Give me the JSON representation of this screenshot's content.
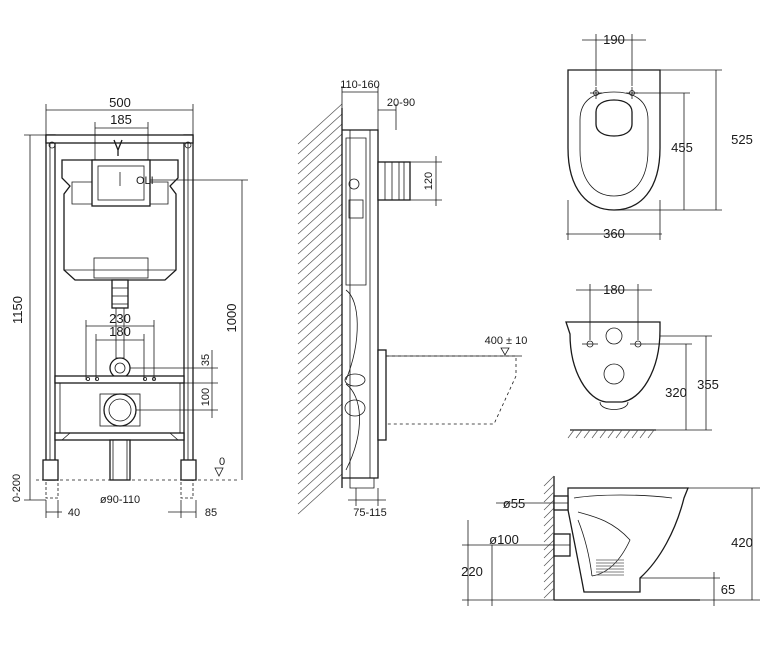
{
  "frame_front": {
    "width_total": "500",
    "width_button": "185",
    "height_total": "1150",
    "height_button": "1000",
    "width_studs_outer": "230",
    "width_studs_inner": "180",
    "offset_35": "35",
    "offset_100": "100",
    "legs_range": "0-200",
    "zero_mark": "0",
    "drain_dia": "ø90-110",
    "foot_left": "40",
    "foot_right": "85"
  },
  "frame_side": {
    "depth_range": "110-160",
    "wall_gap": "20-90",
    "outlet_height": "120",
    "base_range": "75-115",
    "bowl_height_range": "400 ± 10"
  },
  "bowl_top": {
    "hole_spacing": "190",
    "length_outer": "525",
    "length_inner": "455",
    "width": "360"
  },
  "bowl_rear": {
    "stud_spacing": "180",
    "height_320": "320",
    "height_355": "355"
  },
  "bowl_section": {
    "inlet_dia": "ø55",
    "outlet_dia": "ø100",
    "outlet_height": "220",
    "bowl_height": "420",
    "rim_offset": "65"
  }
}
